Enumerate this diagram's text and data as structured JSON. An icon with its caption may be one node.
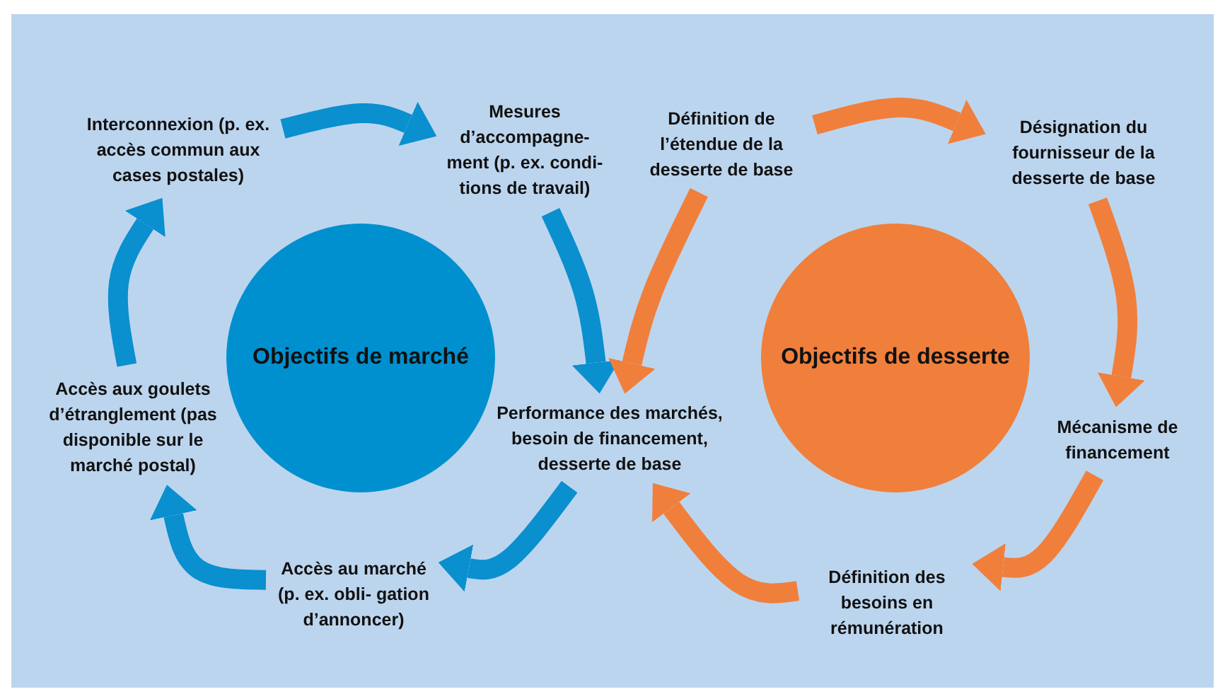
{
  "diagram": {
    "nodes": [
      {
        "text": [
          "Interconnexion (p. ex. accès commun aux cases postales)"
        ]
      },
      {
        "text": [
          "Mesures d’accompagne- ment (p. ex. condi- tions de travail)"
        ]
      },
      {
        "text": [
          "Définition de l’étendue de la desserte de base"
        ]
      },
      {
        "text": [
          "Désignation du fournisseur de la desserte de base"
        ]
      },
      {
        "text": [
          "Objectifs de marché"
        ]
      },
      {
        "text": [
          "Objectifs de desserte"
        ]
      },
      {
        "text": [
          "Accès aux goulets d’étranglement (pas disponible sur le marché postal)"
        ]
      },
      {
        "text": [
          "Performance des marchés, besoin de financement, desserte de base"
        ]
      },
      {
        "text": [
          "Mécanisme de financement"
        ]
      },
      {
        "text": [
          "Accès au marché (p. ex. obli- gation d’annoncer)"
        ]
      },
      {
        "text": [
          "Définition des besoins en rémunération"
        ]
      }
    ],
    "edges": [
      {
        "from": 0,
        "to": 1,
        "arrow": "to"
      },
      {
        "from": 1,
        "to": 7,
        "arrow": "to"
      },
      {
        "from": 7,
        "to": 9,
        "arrow": "to"
      },
      {
        "from": 9,
        "to": 6,
        "arrow": "to"
      },
      {
        "from": 6,
        "to": 0,
        "arrow": "to"
      },
      {
        "from": 2,
        "to": 3,
        "arrow": "to",
        "color": "#f07f3c"
      },
      {
        "from": 3,
        "to": 8,
        "arrow": "to",
        "color": "#f07f3c"
      },
      {
        "from": 8,
        "to": 10,
        "arrow": "to",
        "color": "#f07f3c"
      },
      {
        "from": 10,
        "to": 7,
        "arrow": "to",
        "color": "#f07f3c"
      },
      {
        "from": 2,
        "to": 7,
        "arrow": "to",
        "color": "#f07f3c"
      }
    ]
  }
}
